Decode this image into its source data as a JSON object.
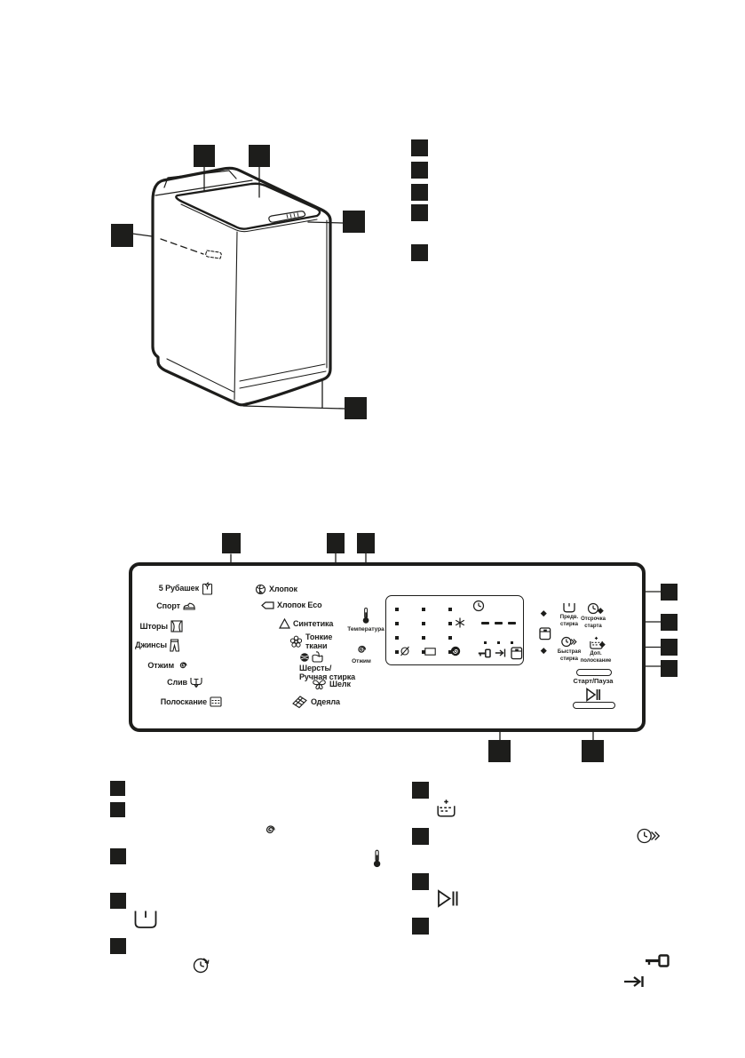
{
  "colors": {
    "paper": "#ffffff",
    "ink": "#1d1d1b"
  },
  "control_panel": {
    "programs": [
      {
        "label": "5 Рубашек",
        "icon": "shirt-icon"
      },
      {
        "label": "Спорт",
        "icon": "sneaker-icon"
      },
      {
        "label": "Шторы",
        "icon": "curtain-icon"
      },
      {
        "label": "Джинсы",
        "icon": "jeans-icon"
      },
      {
        "label": "Отжим",
        "icon": "spin-spiral-icon"
      },
      {
        "label": "Слив",
        "icon": "drain-icon"
      },
      {
        "label": "Полоскание",
        "icon": "rinse-icon"
      },
      {
        "label": "Одеяла",
        "icon": "blanket-icon"
      },
      {
        "label": "Шелк",
        "icon": "silk-butterfly-icon"
      },
      {
        "label": "Шерсть/\nРучная стирка",
        "icon": "wool-handwash-icon"
      },
      {
        "label": "Тонкие\nткани",
        "icon": "delicates-flower-icon"
      },
      {
        "label": "Синтетика",
        "icon": "synthetics-triangle-icon"
      },
      {
        "label": "Хлопок Eco",
        "icon": "cotton-eco-tag-icon"
      },
      {
        "label": "Хлопок",
        "icon": "cotton-icon"
      }
    ],
    "touch_controls": [
      {
        "label": "Температура",
        "icon": "thermometer-icon"
      },
      {
        "label": "Отжим",
        "icon": "spin-spiral-icon"
      }
    ],
    "option_buttons": [
      {
        "label": "Предв.\nстирка",
        "icon": "prewash-tub-icon"
      },
      {
        "label": "Отсрочка\nстарта",
        "icon": "delay-clock-icon",
        "led": true
      },
      {
        "label": "Быстрая\nстирка",
        "icon": "quick-wash-icon"
      },
      {
        "label": "Доп.\nполоскание",
        "icon": "extra-rinse-icon",
        "led": true
      }
    ],
    "start_pause": {
      "label": "Старт/Пауза",
      "icon": "play-pause-icon"
    },
    "display": {
      "time_segments": "– – –",
      "icons": [
        "delay-clock-icon",
        "star-icon",
        "no-spin-icon",
        "rinse-hold-icon",
        "night-cycle-icon",
        "key-icon",
        "cycle-end-icon",
        "door-locked-icon"
      ]
    },
    "child_lock": {
      "icon": "door-locked-icon"
    }
  },
  "legend_bottom_left": {
    "icons": [
      "spin-spiral-icon",
      "thermometer-icon",
      "prewash-tub-icon",
      "delay-clock-icon"
    ]
  },
  "legend_bottom_right": {
    "icons": [
      "extra-rinse-icon",
      "quick-wash-icon",
      "play-pause-icon",
      "key-icon",
      "cycle-end-icon"
    ]
  }
}
